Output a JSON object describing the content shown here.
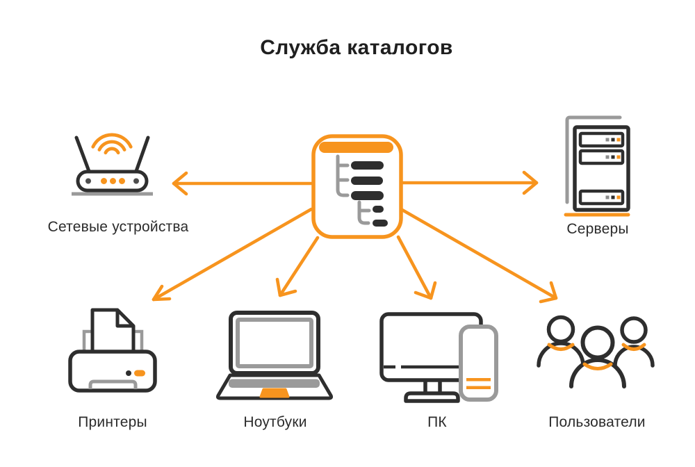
{
  "title": "Служба каталогов",
  "colors": {
    "accent_orange": "#F7941E",
    "icon_dark": "#2E2E2E",
    "icon_gray": "#9A9A9A",
    "text_dark": "#2B2B2B"
  },
  "center": {
    "id": "directory-service",
    "icon": "directory-tree-icon"
  },
  "nodes": [
    {
      "id": "network-devices",
      "label": "Сетевые устройства",
      "icon": "router-icon",
      "position": "left"
    },
    {
      "id": "servers",
      "label": "Серверы",
      "icon": "server-icon",
      "position": "right"
    },
    {
      "id": "printers",
      "label": "Принтеры",
      "icon": "printer-icon",
      "position": "bottom-left"
    },
    {
      "id": "laptops",
      "label": "Ноутбуки",
      "icon": "laptop-icon",
      "position": "bottom-center-left"
    },
    {
      "id": "pcs",
      "label": "ПК",
      "icon": "desktop-pc-icon",
      "position": "bottom-center-right"
    },
    {
      "id": "users",
      "label": "Пользователи",
      "icon": "users-icon",
      "position": "bottom-right"
    }
  ],
  "connections": [
    {
      "from": "directory-service",
      "to": "network-devices"
    },
    {
      "from": "directory-service",
      "to": "servers"
    },
    {
      "from": "directory-service",
      "to": "printers"
    },
    {
      "from": "directory-service",
      "to": "laptops"
    },
    {
      "from": "directory-service",
      "to": "pcs"
    },
    {
      "from": "directory-service",
      "to": "users"
    }
  ]
}
